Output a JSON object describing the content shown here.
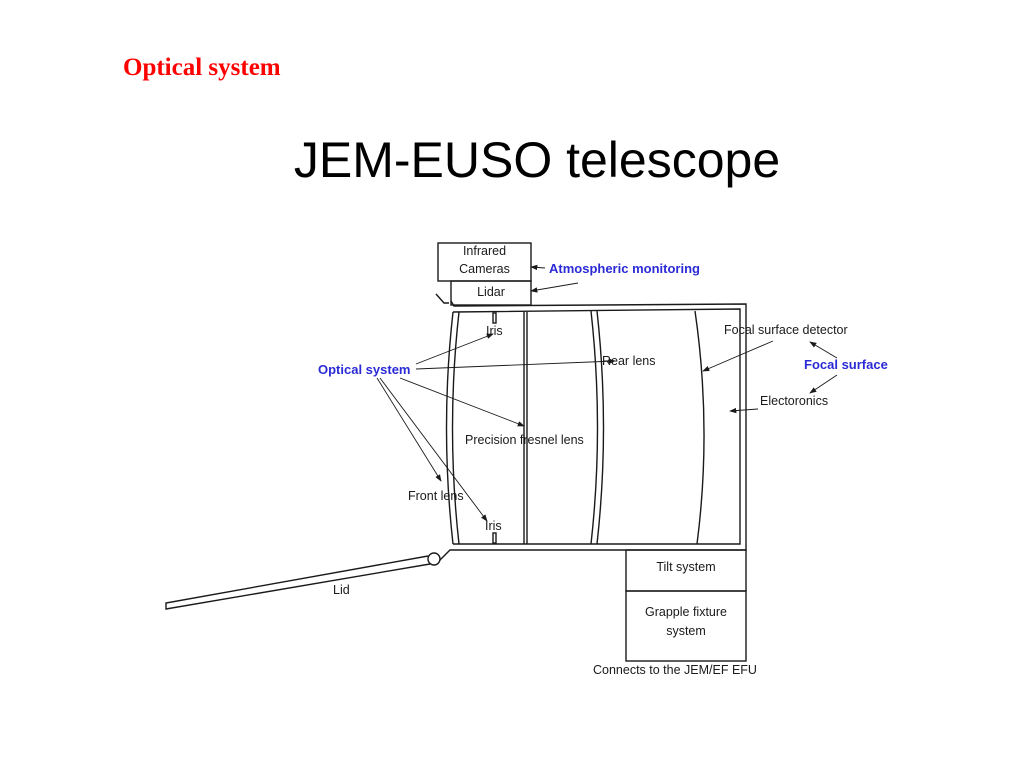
{
  "slide": {
    "heading": "Optical system"
  },
  "figure": {
    "title": "JEM-EUSO telescope",
    "labels": {
      "infrared_cameras_line1": "Infrared",
      "infrared_cameras_line2": "Cameras",
      "lidar": "Lidar",
      "atmospheric_monitoring": "Atmospheric monitoring",
      "iris_top": "Iris",
      "iris_bottom": "Iris",
      "optical_system": "Optical system",
      "rear_lens": "Rear lens",
      "precision_fresnel_lens": "Precision fresnel lens",
      "front_lens": "Front lens",
      "focal_surface_detector": "Focal surface detector",
      "focal_surface": "Focal surface",
      "electoronics": "Electoronics",
      "tilt_system": "Tilt system",
      "grapple_fixture_line1": "Grapple fixture",
      "grapple_fixture_line2": "system",
      "connects_to": "Connects to the JEM/EF EFU",
      "lid": "Lid"
    },
    "colors": {
      "heading": "#ff0000",
      "highlight_labels": "#2b2bd6",
      "lines": "#1a1a1a"
    }
  }
}
